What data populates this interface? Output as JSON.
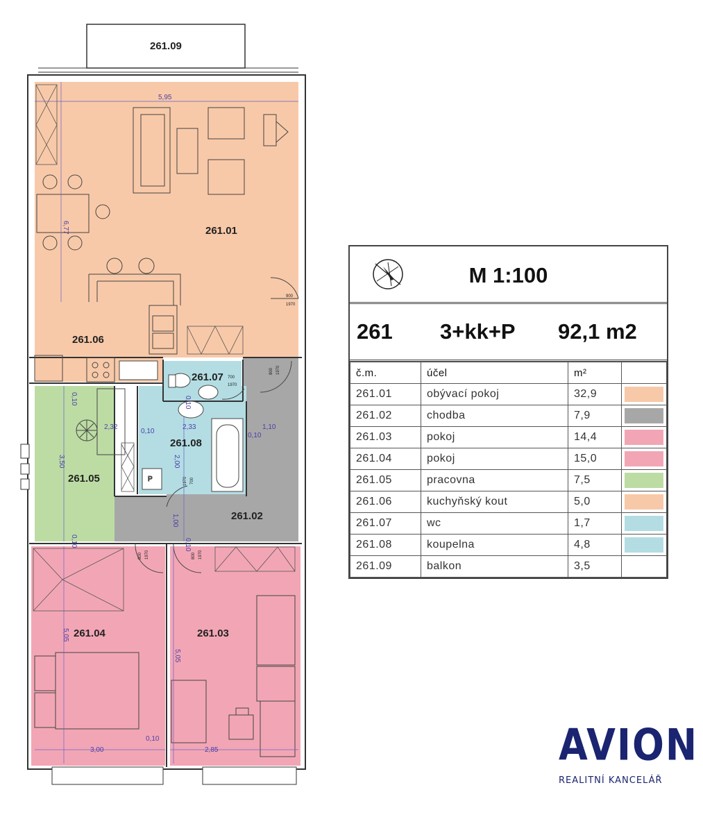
{
  "plan": {
    "rooms": {
      "r01": "261.01",
      "r02": "261.02",
      "r03": "261.03",
      "r04": "261.04",
      "r05": "261.05",
      "r06": "261.06",
      "r07": "261.07",
      "r08": "261.08",
      "r09": "261.09"
    },
    "dimensions": {
      "w595": "5,95",
      "h677": "6,77",
      "w232": "2,32",
      "h350": "3,50",
      "w010a": "0,10",
      "w010b": "0,10",
      "w010c": "0,10",
      "w010d": "0,10",
      "w010e": "0,10",
      "w010f": "0,10",
      "w010g": "0,10",
      "w233": "2,33",
      "h200": "2,00",
      "h100": "1,00",
      "w110": "1,10",
      "h505a": "5,05",
      "h505b": "5,05",
      "w300": "3,00",
      "w285": "2,85"
    },
    "doors": {
      "d1_w": "900",
      "d1_h": "1970",
      "d2_w": "800",
      "d2_h": "1970",
      "d3_w": "700",
      "d3_h": "1970",
      "d4_w": "700",
      "d4_h": "1970",
      "d5_w": "800",
      "d5_h": "1970",
      "d6_w": "800",
      "d6_h": "1970",
      "d7_w": "P"
    },
    "colors": {
      "living": "#f8c9a8",
      "hall": "#a7a7a7",
      "room": "#f2a6b5",
      "study": "#bcdca4",
      "bath": "#b3dde3",
      "balcony": "#ffffff"
    }
  },
  "legend": {
    "scale": "M 1:100",
    "unit_id": "261",
    "layout": "3+kk+P",
    "total_area": "92,1 m2",
    "headers": {
      "number": "č.m.",
      "purpose": "účel",
      "area": "m²"
    },
    "rows": [
      {
        "number": "261.01",
        "purpose": "obývací pokoj",
        "area": "32,9",
        "color": "#f8c9a8"
      },
      {
        "number": "261.02",
        "purpose": "chodba",
        "area": "7,9",
        "color": "#a7a7a7"
      },
      {
        "number": "261.03",
        "purpose": "pokoj",
        "area": "14,4",
        "color": "#f2a6b5"
      },
      {
        "number": "261.04",
        "purpose": "pokoj",
        "area": "15,0",
        "color": "#f2a6b5"
      },
      {
        "number": "261.05",
        "purpose": "pracovna",
        "area": "7,5",
        "color": "#bcdca4"
      },
      {
        "number": "261.06",
        "purpose": "kuchyňský kout",
        "area": "5,0",
        "color": "#f8c9a8"
      },
      {
        "number": "261.07",
        "purpose": "wc",
        "area": "1,7",
        "color": "#b3dde3"
      },
      {
        "number": "261.08",
        "purpose": "koupelna",
        "area": "4,8",
        "color": "#b3dde3"
      },
      {
        "number": "261.09",
        "purpose": "balkon",
        "area": "3,5",
        "color": "#ffffff"
      }
    ]
  },
  "logo": {
    "name": "AVION",
    "subtitle": "REALITNÍ KANCELÁŘ"
  }
}
